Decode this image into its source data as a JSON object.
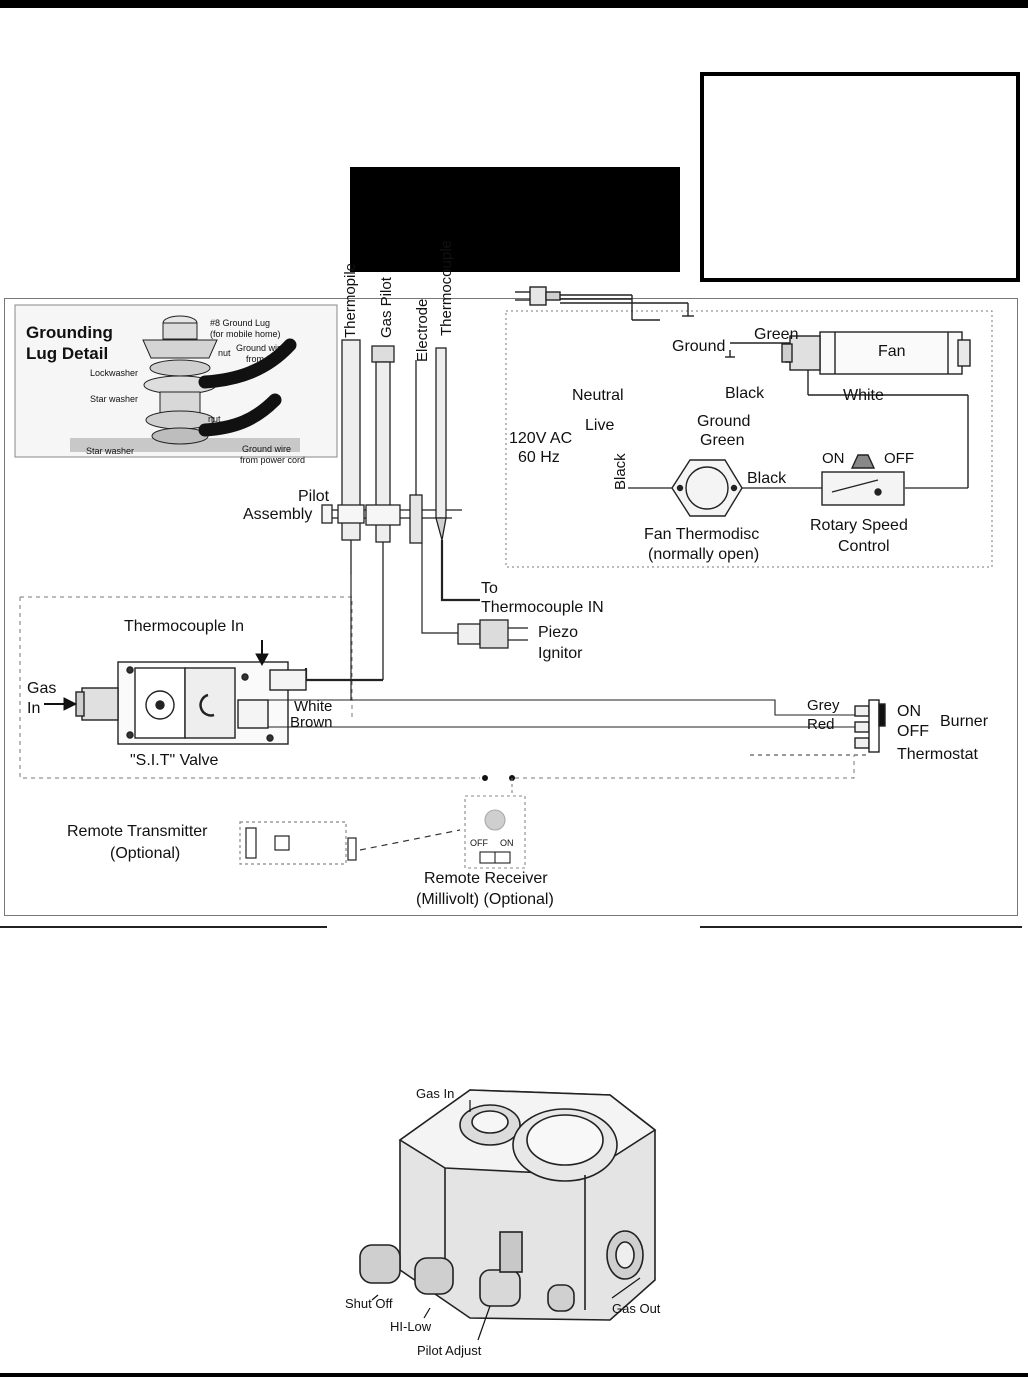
{
  "grounding": {
    "title_line1": "Grounding",
    "title_line2": "Lug Detail",
    "lug": "#8 Ground Lug",
    "lug_note": "(for mobile home)",
    "nut1": "nut",
    "ground_from_fan_1": "Ground wire",
    "ground_from_fan_2": "from fan",
    "lockwasher": "Lockwasher",
    "star_washer_1": "Star washer",
    "nut2": "nut",
    "star_washer_2": "Star washer",
    "ground_from_cord_1": "Ground wire",
    "ground_from_cord_2": "from power cord"
  },
  "pilot": {
    "thermopile": "Thermopile",
    "gas_pilot": "Gas Pilot",
    "electrode": "Electrode",
    "thermocouple": "Thermocouple",
    "assembly_line1": "Pilot",
    "assembly_line2": "Assembly"
  },
  "fan_circuit": {
    "ground_top": "Ground",
    "green_top": "Green",
    "fan": "Fan",
    "black_top": "Black",
    "white": "White",
    "neutral": "Neutral",
    "live": "Live",
    "ground_mid": "Ground",
    "green_mid": "Green",
    "voltage_line1": "120V AC",
    "voltage_line2": "60 Hz",
    "black_left": "Black",
    "black_mid": "Black",
    "on": "ON",
    "off": "OFF",
    "thermodisc_line1": "Fan Thermodisc",
    "thermodisc_line2": "(normally open)",
    "rotary_line1": "Rotary Speed",
    "rotary_line2": "Control"
  },
  "valve_circuit": {
    "to_line1": "To",
    "to_line2": "Thermocouple IN",
    "piezo_line1": "Piezo",
    "piezo_line2": "Ignitor",
    "thermocouple_in": "Thermocouple In",
    "gas_in_line1": "Gas",
    "gas_in_line2": "In",
    "white": "White",
    "brown": "Brown",
    "grey": "Grey",
    "red": "Red",
    "on": "ON",
    "off": "OFF",
    "burner": "Burner",
    "thermostat": "Thermostat",
    "valve_name": "\"S.I.T\" Valve",
    "remote_tx_line1": "Remote Transmitter",
    "remote_tx_line2": "(Optional)",
    "rx_off": "OFF",
    "rx_on": "ON",
    "remote_rx_line1": "Remote Receiver",
    "remote_rx_line2": "(Millivolt) (Optional)"
  },
  "valve_figure": {
    "gas_in": "Gas In",
    "shut_off": "Shut Off",
    "hi_low": "HI-Low",
    "pilot_adjust": "Pilot Adjust",
    "gas_out": "Gas Out"
  }
}
